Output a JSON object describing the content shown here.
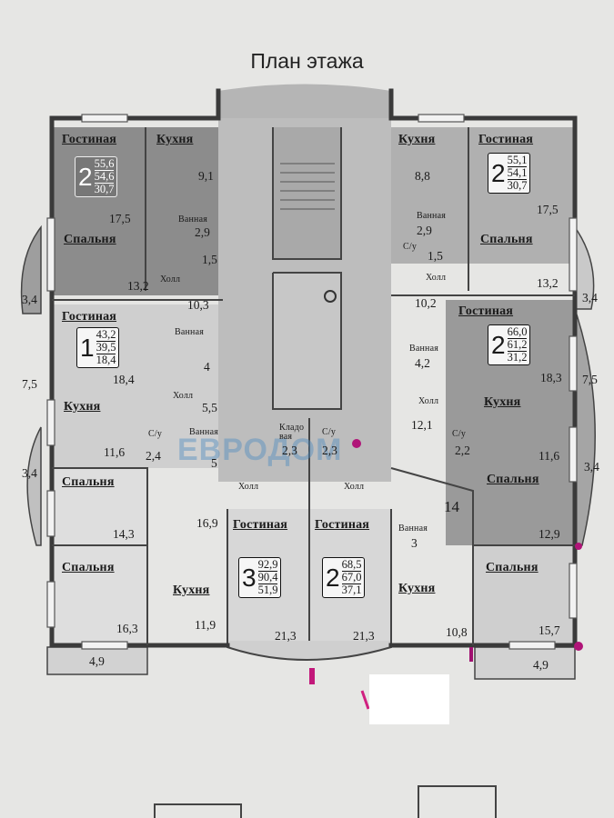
{
  "title": "План этажа",
  "watermark": "ЕВРОДОМ",
  "apartments": [
    {
      "rooms": "2",
      "total": "55,6",
      "living_total": "54,6",
      "living": "30,7"
    },
    {
      "rooms": "2",
      "total": "55,1",
      "living_total": "54,1",
      "living": "30,7"
    },
    {
      "rooms": "1",
      "total": "43,2",
      "living_total": "39,5",
      "living": "18,4"
    },
    {
      "rooms": "2",
      "total": "66,0",
      "living_total": "61,2",
      "living": "31,2"
    },
    {
      "rooms": "3",
      "total": "92,9",
      "living_total": "90,4",
      "living": "51,9"
    },
    {
      "rooms": "2",
      "total": "68,5",
      "living_total": "67,0",
      "living": "37,1"
    }
  ],
  "rooms": {
    "living": "Гостиная",
    "kitchen": "Кухня",
    "bedroom": "Спальня",
    "bathroom": "Ванная",
    "hall": "Холл",
    "wc": "С/у",
    "storage": "Кладо вая"
  },
  "areas": [
    "17,5",
    "9,1",
    "2,9",
    "1,5",
    "13,2",
    "10,3",
    "3,4",
    "8,8",
    "2,9",
    "1,5",
    "17,5",
    "13,2",
    "10,2",
    "3,4",
    "18,4",
    "4",
    "7,5",
    "5,5",
    "11,6",
    "2,4",
    "5",
    "3,4",
    "14,3",
    "16,9",
    "16,3",
    "4,2",
    "18,3",
    "7,5",
    "12,1",
    "2,2",
    "11,6",
    "3,4",
    "14",
    "12,9",
    "15,7",
    "2,3",
    "2,3",
    "21,3",
    "21,3",
    "11,9",
    "3",
    "10,8",
    "4,9",
    "4,9"
  ]
}
